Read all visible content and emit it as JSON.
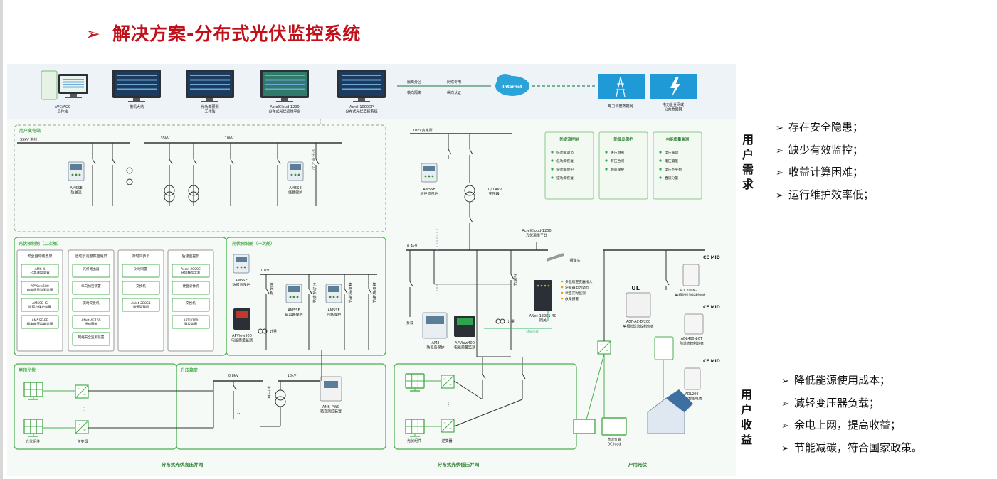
{
  "page": {
    "title_arrow": "➢",
    "title": "解决方案-分布式光伏监控系统"
  },
  "colors": {
    "title_red": "#c0101a",
    "frame_green": "#4caf50",
    "box_gray": "#9e9e9e",
    "light_bg": "#f1f7f1"
  },
  "diagram": {
    "top_devices": [
      "AVC/AGC\n工作站",
      "横机大纳",
      "光功率预测\n工作站",
      "AcrelCloud-1200\n分布式光伏运维平台",
      "Acrel-1000DP\n分布式光伏监控系统"
    ],
    "network_labels": [
      "隔离分区",
      "网络专用",
      "横向隔离",
      "纵向认证"
    ],
    "internet": "Internet",
    "right_platforms": [
      "电力调度数据网",
      "电力企业网或\n公共数据网"
    ],
    "hv_title": "用户变电站",
    "hv_labels": {
      "line_35kv_in": "35kV 进线",
      "bus_35kv": "35kV",
      "bus_10kv": "10kV",
      "am5se_anti": "AM5SE\n防逆流",
      "am5se_line": "AM5SE\n线路保护",
      "pv_in": "光伏接入柜"
    },
    "secondary_title": "光伏预制舱（二次舱）",
    "cabinets": [
      {
        "head": "安全自动装置屏",
        "items": [
          "AM6-K\n公共测控装置",
          "APView500\n电能质量监测装置",
          "AM5SE-IS\n防孤岛保护装置",
          "AM5SE-FE\n频率电压控制装置"
        ]
      },
      {
        "head": "远动及调度数据网屏",
        "items": [
          "光纤路由器",
          "纵向加密装置",
          "实时交换机",
          "ANet-4E16S\n远动网关",
          "网络安全监测装置"
        ]
      },
      {
        "head": "对时同步屏",
        "items": [
          "对时装置",
          "交换机",
          "ANet-2E8S1\n通讯管理机"
        ]
      },
      {
        "head": "后级监控屏",
        "items": [
          "Acrel-2000E\n环境辅控主机",
          "硬盘录像机",
          "交换机",
          "ARTU100\n测控装置"
        ]
      }
    ],
    "primary_title": "光伏预制舱（一次舱）",
    "primary_labels": {
      "am5se_sec": "AM5SE\n防孤岛保护",
      "apview500": "APView500\n电能质量监测",
      "cap_prot": "AM5SE\n电容器保护",
      "line_prot": "AM5SE\n线路保护",
      "bus_10kv": "10kV",
      "meter": "计量",
      "cabinets": [
        "并网柜",
        "无功补偿柜",
        "集电线路柜",
        "集电线路柜"
      ]
    },
    "roof_title": "屋顶光伏",
    "pv_module": "光伏组件",
    "inverter": "逆变器",
    "boost_title": "升压箱变",
    "boost_labels": {
      "v08": "0.8kV",
      "v10": "10kV",
      "transformer": "升压变",
      "amc_pwc": "AM6-PWC\n箱变测控装置"
    },
    "lv_station": "10kV变电所",
    "lv_labels": {
      "am5se_anti": "AM5SE\n防逆流保护",
      "transformer": "10/0.4kV\n变压器",
      "v04": "0.4kV",
      "load": "负载",
      "am3": "AM3\n防孤岛保护",
      "apview400": "APView400\n电能质量监测",
      "meter": "计量",
      "cloud": "AcrelCloud-1200\n光伏运维平台",
      "camera": "摄像头",
      "anet": "ANet-1E2S1-4G\n网关",
      "ethernet": "Ethernet",
      "grid_cab": "并网柜",
      "anet_features": [
        "多品牌逆变器接入",
        "逆变器电力调节",
        "状态实时监测",
        "故障报警"
      ]
    },
    "func_boxes": [
      {
        "head": "防逆流控制",
        "items": [
          "低功率调节",
          "低功率恢复",
          "逆功率保护",
          "逆功率恢复"
        ]
      },
      {
        "head": "防孤岛保护",
        "items": [
          "失压跳闸",
          "有压合闸",
          "频率保护"
        ]
      },
      {
        "head": "电能质量监测",
        "items": [
          "电压波动",
          "电压偏差",
          "电压不平衡",
          "直流分量"
        ]
      }
    ],
    "home": {
      "ul": "UL",
      "ce": "CE MID",
      "meters": [
        "ADL200N-CT\n单相防逆流控制仪表",
        "AGF-AC-D/200\n单相防逆流控制仪表",
        "ADL400N-CT\n防逆流控制仪表",
        "ADL200\n单相智能电表"
      ],
      "dc_load": "直流负载\nDC load"
    },
    "bottom_labels": [
      "分布式光伏高压并网",
      "分布式光伏低压并网",
      "户用光伏"
    ]
  },
  "user_needs": {
    "head": [
      "用",
      "户",
      "需",
      "求"
    ],
    "items": [
      "存在安全隐患；",
      "缺少有效监控；",
      "收益计算困难；",
      "运行维护效率低；"
    ]
  },
  "user_benefits": {
    "head": [
      "用",
      "户",
      "收",
      "益"
    ],
    "items": [
      "降低能源使用成本；",
      "减轻变压器负载；",
      "余电上网，提高收益；",
      "节能减碳，符合国家政策。"
    ]
  },
  "bullet_mark": "➢"
}
